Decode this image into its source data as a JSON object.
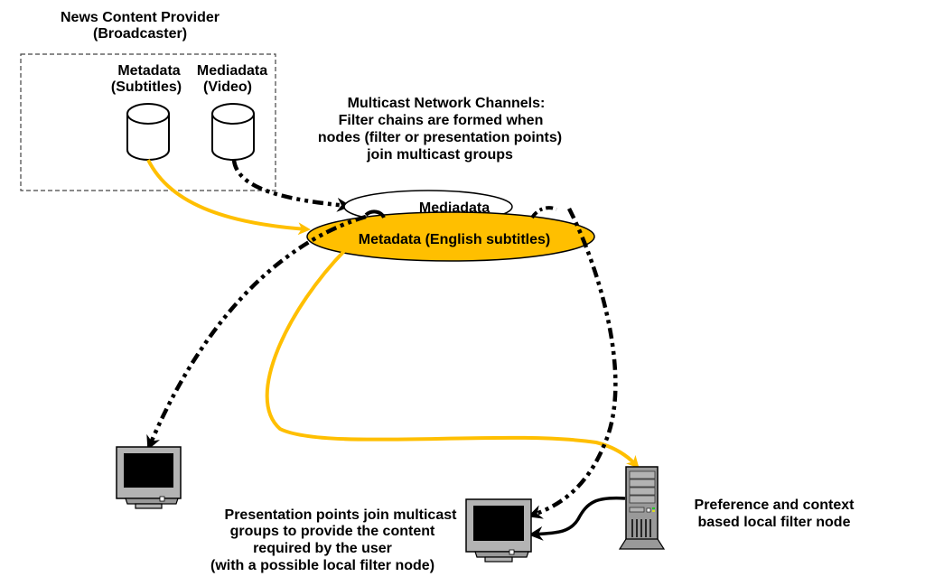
{
  "colors": {
    "metadata_stream": "#FFBF00",
    "mediadata_stream": "#000000",
    "device_gray": "#b3b3b3",
    "screen": "#000000"
  },
  "provider": {
    "title_line1": "News Content Provider",
    "title_line2": "(Broadcaster)",
    "metadata_store": {
      "line1": "Metadata",
      "line2": "(Subtitles)",
      "icon": "database-icon"
    },
    "mediadata_store": {
      "line1": "Mediadata",
      "line2": "(Video)",
      "icon": "database-icon"
    }
  },
  "network": {
    "caption": [
      "Multicast Network Channels:",
      "Filter chains are formed when",
      "nodes (filter or presentation  points)",
      "join multicast groups"
    ],
    "mediadata_channel": "Mediadata",
    "metadata_channel": "Metadata (English subtitles)"
  },
  "presentation": {
    "caption": [
      "Presentation points join multicast",
      "groups to provide the content",
      "required by the user",
      "(with a possible local filter node)"
    ],
    "icon": "monitor-icon"
  },
  "filter_node": {
    "caption": [
      "Preference and context",
      "based local filter node"
    ],
    "icon": "server-icon"
  }
}
